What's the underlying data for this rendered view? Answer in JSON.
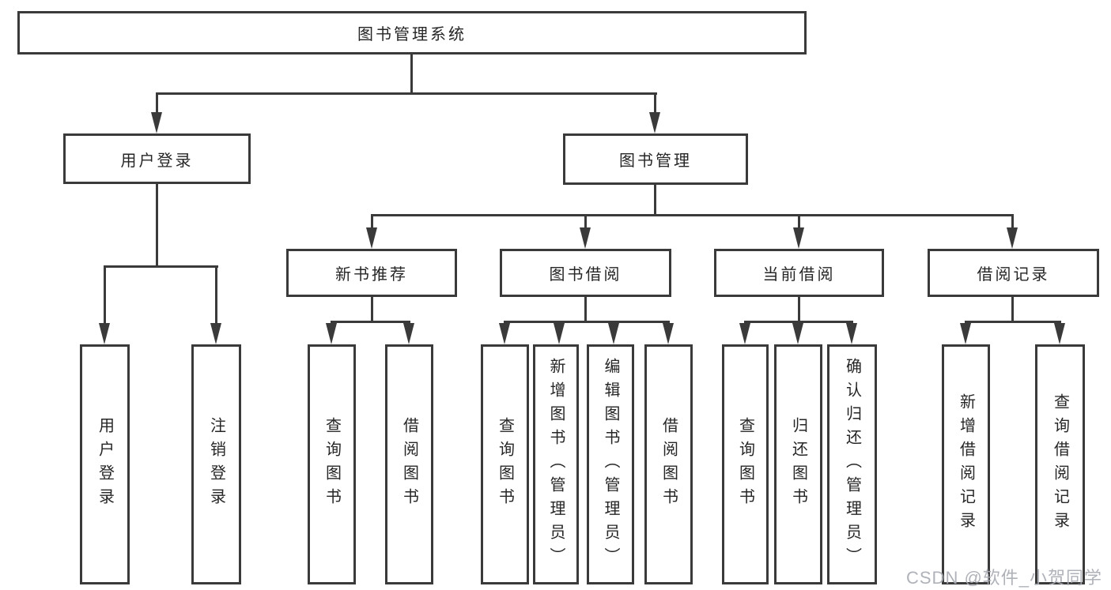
{
  "chart": {
    "root": "图书管理系统",
    "branches": [
      {
        "label": "用户登录",
        "children": [
          "用户登录",
          "注销登录"
        ]
      },
      {
        "label": "图书管理",
        "sections": [
          {
            "label": "新书推荐",
            "children": [
              "查询图书",
              "借阅图书"
            ]
          },
          {
            "label": "图书借阅",
            "children": [
              "查询图书",
              "新增图书（管理员）",
              "编辑图书（管理员）",
              "借阅图书"
            ]
          },
          {
            "label": "当前借阅",
            "children": [
              "查询图书",
              "归还图书",
              "确认归还（管理员）"
            ]
          },
          {
            "label": "借阅记录",
            "children": [
              "新增借阅记录",
              "查询借阅记录"
            ]
          }
        ]
      }
    ]
  },
  "watermark": {
    "text": "CSDN @软件_小贺同学"
  },
  "colors": {
    "line": "#3a3a3a",
    "box_border": "#3a3a3a",
    "text": "#262626",
    "watermark": "#a8abb3",
    "background": "#ffffff"
  }
}
